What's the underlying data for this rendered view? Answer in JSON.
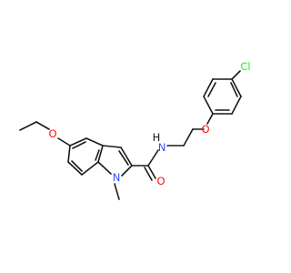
{
  "molecule": {
    "colors": {
      "bond": "#1a1a1a",
      "carbon": "#1a1a1a",
      "nitrogen": "#3050F8",
      "oxygen": "#FF0D0D",
      "chlorine": "#1FF01F"
    },
    "labels": {
      "chlorine": "Cl",
      "ether_oxygen": "O",
      "amide_nitrogen": "N",
      "amide_hydrogen": "H",
      "carbonyl_oxygen": "O",
      "ethoxy_oxygen": "O",
      "indole_nitrogen": "N"
    }
  }
}
